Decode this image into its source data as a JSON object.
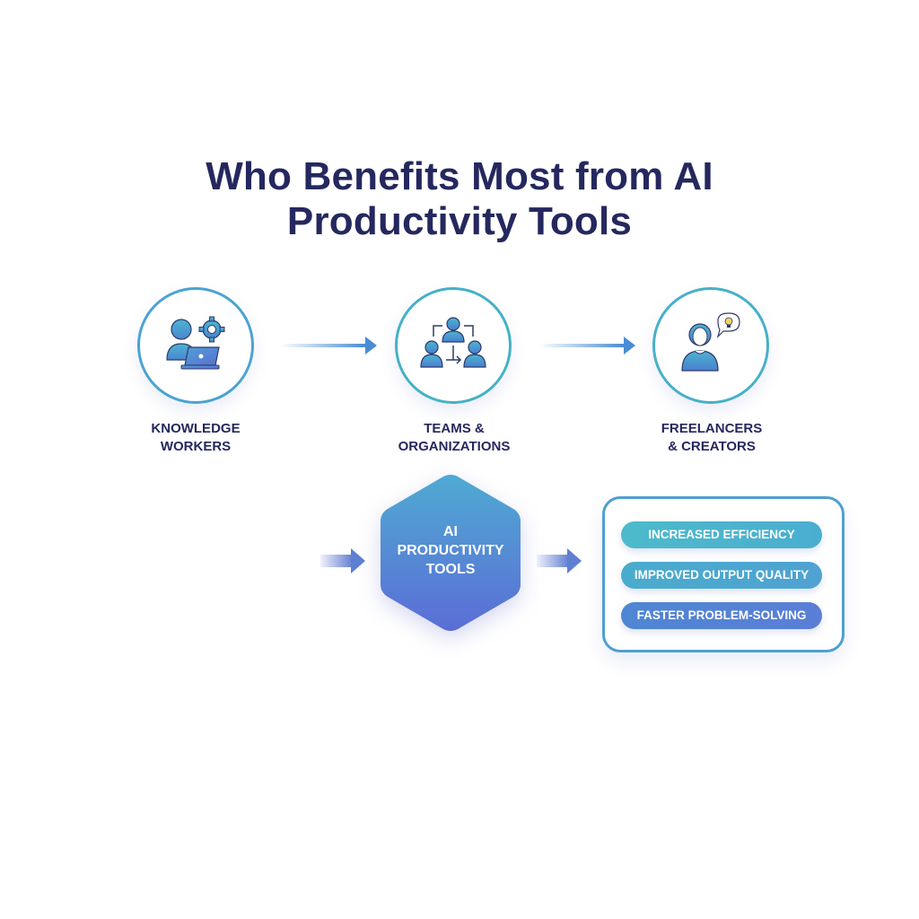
{
  "title": {
    "line1": "Who Benefits Most from AI",
    "line2": "Productivity Tools"
  },
  "audiences": [
    {
      "label_line1": "KNOWLEDGE",
      "label_line2": "WORKERS",
      "icon": "person-laptop-gear-icon"
    },
    {
      "label_line1": "TEAMS &",
      "label_line2": "ORGANIZATIONS",
      "icon": "team-org-icon"
    },
    {
      "label_line1": "FREELANCERS",
      "label_line2": "& CREATORS",
      "icon": "person-idea-icon"
    }
  ],
  "hub": {
    "line1": "AI",
    "line2": "PRODUCTIVITY",
    "line3": "TOOLS"
  },
  "benefits": [
    {
      "label": "INCREASED EFFICIENCY"
    },
    {
      "label": "IMPROVED OUTPUT QUALITY"
    },
    {
      "label": "FASTER PROBLEM-SOLVING"
    }
  ],
  "colors": {
    "title": "#25285e",
    "teal": "#4ab2cc",
    "blue": "#4a8cd2",
    "indigo": "#5f6fd6"
  }
}
